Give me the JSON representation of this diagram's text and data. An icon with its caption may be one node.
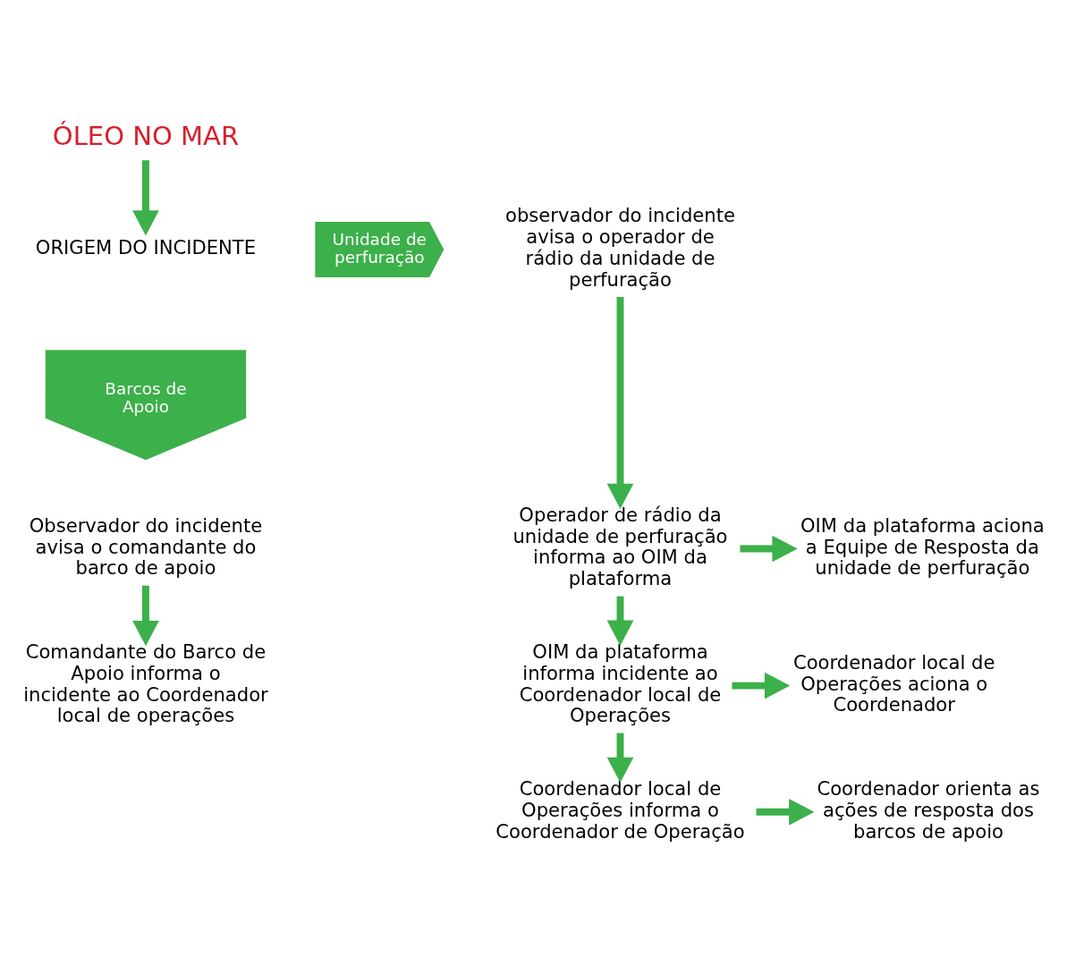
{
  "diagram": {
    "nodes": [
      {
        "text": [
          "ÓLEO NO MAR"
        ]
      },
      {
        "text": [
          "ORIGEM DO INCIDENTE"
        ]
      },
      {
        "text": [
          "Unidade de perfuração"
        ]
      },
      {
        "text": [
          "observador do incidente avisa o operador de rádio da unidade de perfuração"
        ]
      },
      {
        "text": [
          "Barcos de Apoio"
        ]
      },
      {
        "text": [
          "Observador do incidente avisa o comandante do barco de apoio"
        ]
      },
      {
        "text": [
          "Comandante do Barco de Apoio informa o incidente ao Coordenador local de operações"
        ]
      },
      {
        "text": [
          "Operador de rádio da unidade de perfuração informa ao OIM da plataforma"
        ]
      },
      {
        "text": [
          "OIM da plataforma aciona a Equipe de Resposta da unidade de perfuração"
        ]
      },
      {
        "text": [
          "OIM da plataforma informa incidente ao Coordenador local de Operações"
        ]
      },
      {
        "text": [
          "Coordenador local de Operações aciona o Coordenador"
        ]
      },
      {
        "text": [
          "Coordenador local de Operações informa o Coordenador de Operação"
        ]
      },
      {
        "text": [
          "Coordenador orienta as ações de resposta dos barcos de apoio"
        ]
      }
    ],
    "edges": [
      {
        "from": 0,
        "to": 1,
        "arrow": "to"
      },
      {
        "from": 3,
        "to": 7,
        "arrow": "to"
      },
      {
        "from": 5,
        "to": 6,
        "arrow": "to"
      },
      {
        "from": 7,
        "to": 8,
        "arrow": "to"
      },
      {
        "from": 7,
        "to": 9,
        "arrow": "to"
      },
      {
        "from": 9,
        "to": 10,
        "arrow": "to"
      },
      {
        "from": 9,
        "to": 11,
        "arrow": "to"
      },
      {
        "from": 11,
        "to": 12,
        "arrow": "to"
      }
    ]
  }
}
